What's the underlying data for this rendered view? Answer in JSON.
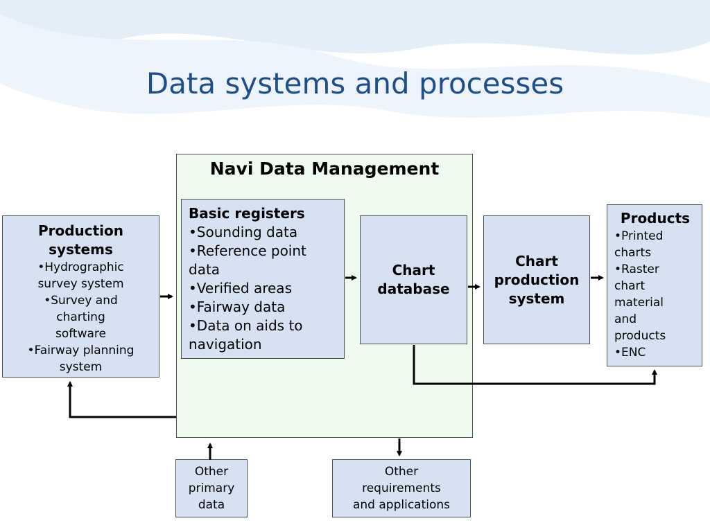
{
  "title": "Data systems and processes",
  "container": {
    "title": "Navi Data Management"
  },
  "production_systems": {
    "heading_line1": "Production",
    "heading_line2": "systems",
    "items": [
      "•Hydrographic",
      "survey system",
      "•Survey and",
      "charting",
      "software",
      "•Fairway planning",
      "system"
    ]
  },
  "basic_registers": {
    "heading": "Basic registers",
    "items": [
      "•Sounding data",
      "•Reference point",
      "data",
      "•Verified areas",
      "•Fairway data",
      "•Data on aids to",
      "navigation"
    ]
  },
  "chart_database": {
    "line1": "Chart",
    "line2": "database"
  },
  "chart_production": {
    "line1": "Chart",
    "line2": "production",
    "line3": "system"
  },
  "products": {
    "heading": "Products",
    "items": [
      "•Printed",
      "charts",
      "•Raster",
      "chart",
      "material",
      "and",
      "products",
      "•ENC"
    ]
  },
  "other_primary": {
    "line1": "Other",
    "line2": "primary",
    "line3": "data"
  },
  "other_requirements": {
    "line1": "Other",
    "line2": "requirements",
    "line3": "and applications"
  },
  "colors": {
    "title": "#1f4e8c",
    "box_fill": "#d6e2f2",
    "container_fill": "#f0fbef"
  }
}
